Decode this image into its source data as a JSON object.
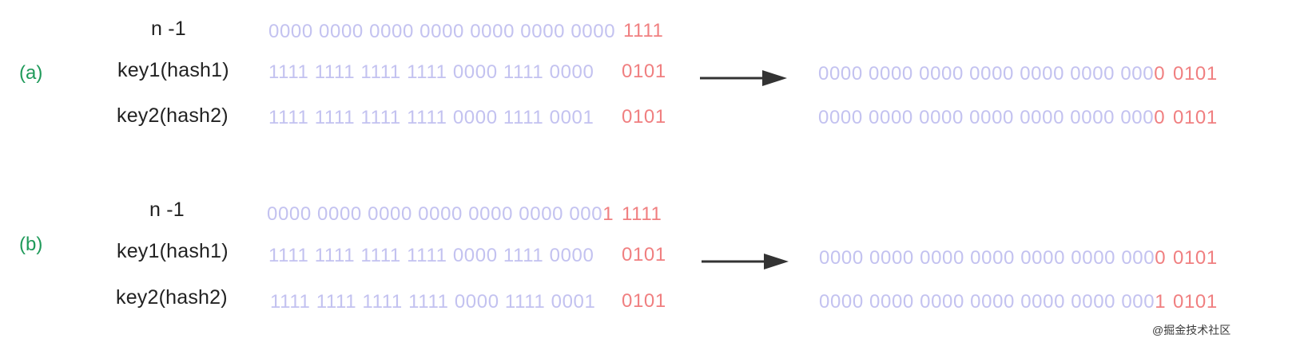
{
  "sections": [
    {
      "label": "(a)",
      "rows": [
        {
          "name": "n -1",
          "high": "0000 0000 0000 0000 0000 0000 0000",
          "low": "1111"
        },
        {
          "name": "key1(hash1)",
          "high": "1111 1111 1111 1111 0000 1111 0000",
          "low": "0101"
        },
        {
          "name": "key2(hash2)",
          "high": "1111 1111 1111 1111 0000 1111 0001",
          "low": "0101"
        }
      ],
      "results": [
        {
          "blue": "0000 0000 0000 0000 0000 0000 000",
          "redbit": "0",
          "low": "0101"
        },
        {
          "blue": "0000 0000 0000 0000 0000 0000 000",
          "redbit": "0",
          "low": "0101"
        }
      ]
    },
    {
      "label": "(b)",
      "rows": [
        {
          "name": "n -1",
          "high": "0000 0000 0000 0000 0000 0000 000",
          "highRed": "1",
          "low": "1111"
        },
        {
          "name": "key1(hash1)",
          "high": "1111 1111 1111 1111 0000 1111 0000",
          "low": "0101"
        },
        {
          "name": "key2(hash2)",
          "high": "1111 1111 1111 1111 0000 1111 0001",
          "low": "0101"
        }
      ],
      "results": [
        {
          "blue": "0000 0000 0000 0000 0000 0000 000",
          "redbit": "0",
          "low": "0101"
        },
        {
          "blue": "0000 0000 0000 0000 0000 0000 000",
          "redbit": "1",
          "low": "0101"
        }
      ]
    }
  ],
  "watermark": "@掘金技术社区"
}
